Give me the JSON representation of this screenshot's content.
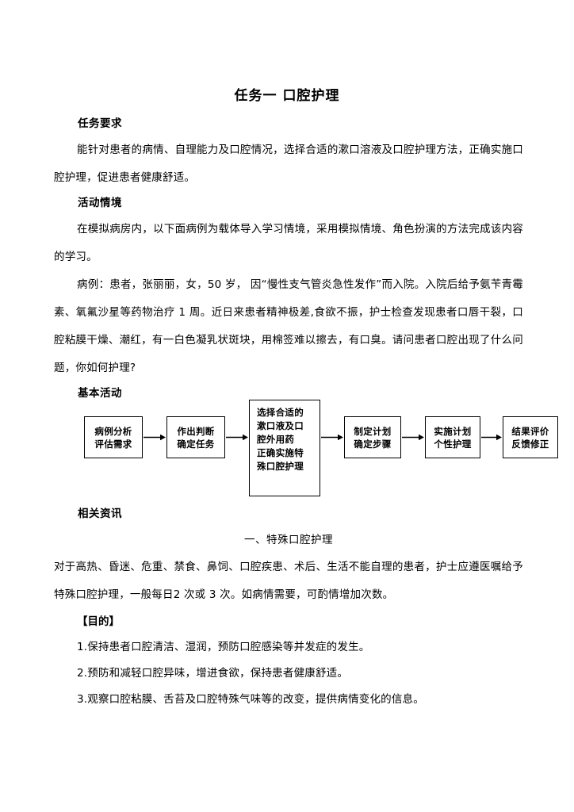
{
  "document": {
    "title": "任务一  口腔护理",
    "sections": {
      "requirement": {
        "heading": "任务要求",
        "body": "能针对患者的病情、自理能力及口腔情况，选择合适的漱口溶液及口腔护理方法，正确实施口腔护理，促进患者健康舒适。"
      },
      "scenario": {
        "heading": "活动情境",
        "body": "在模拟病房内，以下面病例为载体导入学习情境，采用模拟情境、角色扮演的方法完成该内容的学习。",
        "case": "病例：患者，张丽丽，女，50 岁， 因“慢性支气管炎急性发作”而入院。入院后给予氨苄青霉素、氧氟沙星等药物治疗 1 周。近日来患者精神极差,食欲不振，护士检查发现患者口唇干裂，口腔粘膜干燥、潮红，有一白色凝乳状斑块，用棉签难以擦去，有口臭。请问患者口腔出现了什么问题，你如何护理?"
      },
      "basic_activity": {
        "heading": "基本活动"
      },
      "related_info": {
        "heading": "相关资讯",
        "subheading": "一、特殊口腔护理",
        "body": "对于高热、昏迷、危重、禁食、鼻饲、口腔疾患、术后、生活不能自理的患者，护士应遵医嘱给予特殊口腔护理，一般每日2 次或 3 次。如病情需要，可酌情增加次数。",
        "purpose_heading": "【目的】",
        "purpose_items": [
          "1.保持患者口腔清洁、湿润，预防口腔感染等并发症的发生。",
          "2.预防和减轻口腔异味，增进食欲，保持患者健康舒适。",
          "3.观察口腔粘膜、舌苔及口腔特殊气味等的改变，提供病情变化的信息。"
        ]
      }
    }
  },
  "flowchart": {
    "type": "process-flow",
    "boxes": [
      {
        "id": "box1",
        "text": "病例分析\n评估需求"
      },
      {
        "id": "box2",
        "text": "作出判断\n确定任务"
      },
      {
        "id": "box3",
        "text": "选择合适的\n漱口液及口\n腔外用药\n正确实施特\n殊口腔护理"
      },
      {
        "id": "box4",
        "text": "制定计划\n确定步骤"
      },
      {
        "id": "box5",
        "text": "实施计划\n个性护理"
      },
      {
        "id": "box6",
        "text": "结果评价\n反馈修正"
      }
    ],
    "connectors": [
      "arrow-1",
      "arrow-2",
      "arrow-3",
      "arrow-4",
      "arrow-5"
    ]
  },
  "colors": {
    "page_background": "#ffffff",
    "text": "#000000",
    "box_border": "#000000"
  }
}
